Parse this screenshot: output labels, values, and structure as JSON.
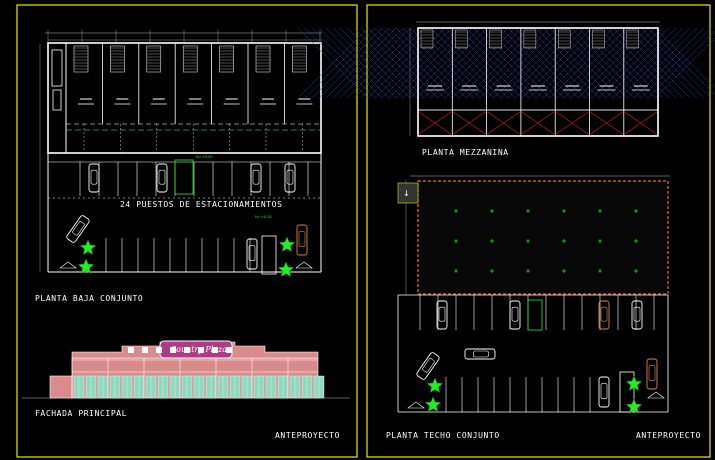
{
  "labels": {
    "ground_floor": "PLANTA BAJA CONJUNTO",
    "parking_count": "24 PUESTOS DE ESTACIONAMIENTOS",
    "main_facade": "FACHADA PRINCIPAL",
    "project_status_left": "ANTEPROYECTO",
    "mezzanine": "PLANTA MEZZANINA",
    "roof_plan": "PLANTA TECHO CONJUNTO",
    "project_status_right": "ANTEPROYECTO",
    "facade_sign": "Country Plaza"
  },
  "colors": {
    "background": "#000000",
    "frame": "#e8e800",
    "wall": "#ffffff",
    "dimension": "#b8b8b8",
    "hatch": "#3a3ab8",
    "cross": "#cc2222",
    "tree": "#22ee22",
    "facade_body": "#d98a8a",
    "facade_sign": "#b03a8a",
    "roof_deck": "#333333"
  },
  "icons": {
    "tree": "tree-icon",
    "car": "car-icon",
    "north_arrow": "north-arrow-icon"
  }
}
